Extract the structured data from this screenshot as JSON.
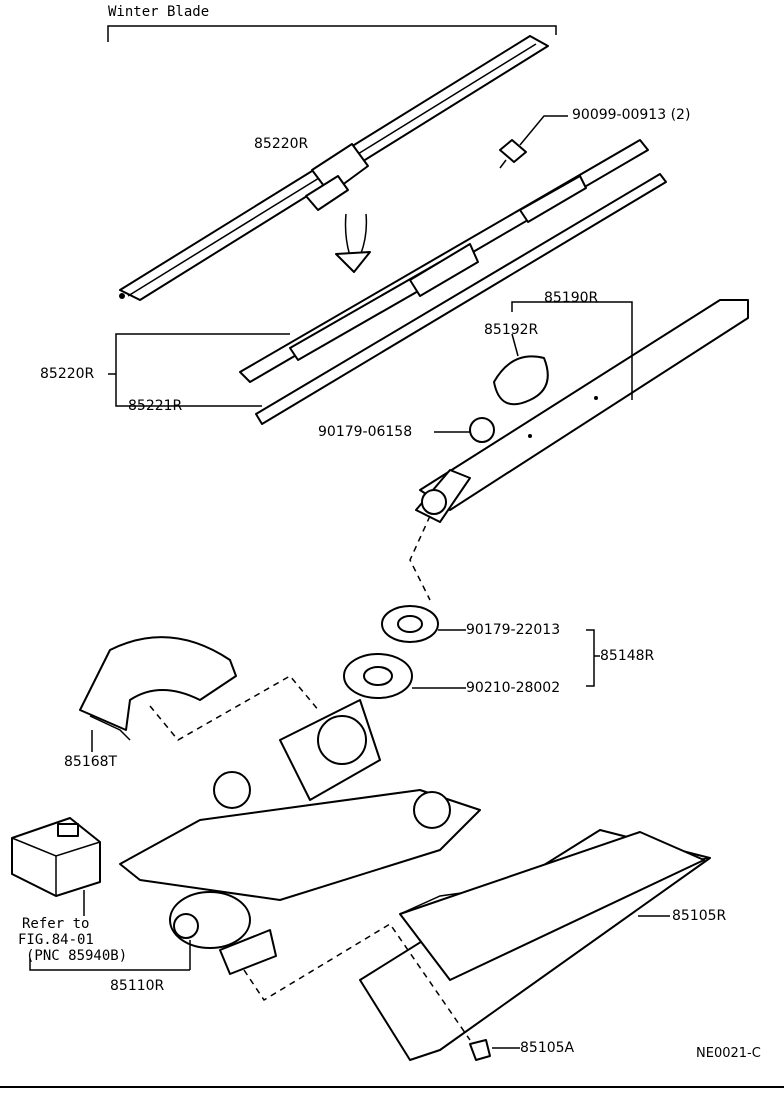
{
  "header": {
    "winter_blade": "Winter Blade"
  },
  "labels": {
    "bolt": "90099-00913 (2)",
    "winter_blade_part": "85220R",
    "blade_assy": "85220R",
    "blade_rubber": "85221R",
    "arm_assy": "85190R",
    "arm_cap": "85192R",
    "arm_nut": "90179-06158",
    "nut_2": "90179-22013",
    "washer": "90210-28002",
    "pivot_set": "85148R",
    "motor_cover": "85168T",
    "refer_line1": "Refer to",
    "refer_line2": "FIG.84-01",
    "refer_line3": "(PNC 85940B)",
    "motor": "85110R",
    "reservoir": "85105R",
    "clip": "85105A",
    "figure_code": "NE0021-C"
  }
}
